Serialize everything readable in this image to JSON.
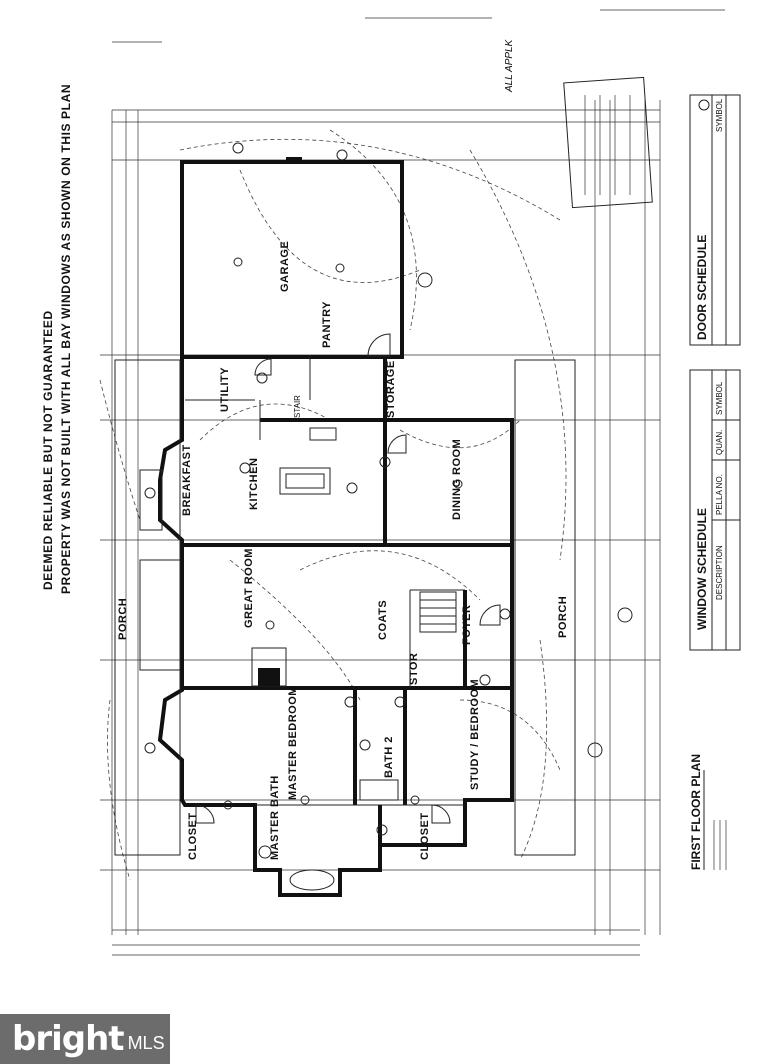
{
  "disclaimer": {
    "line1": "DEEMED RELIABLE BUT NOT GUARANTEED",
    "line2": "PROPERTY WAS NOT BUILT WITH ALL BAY WINDOWS AS SHOWN ON THIS PLAN"
  },
  "rooms": {
    "garage": "GARAGE",
    "pantry": "PANTRY",
    "storage": "STORAGE",
    "utility": "UTILITY",
    "kitchen": "KITCHEN",
    "breakfast": "BREAKFAST",
    "dining": "DINING ROOM",
    "great": "GREAT ROOM",
    "coats": "COATS",
    "foyer": "FOYER",
    "stor": "STOR",
    "master_bedroom": "MASTER BEDROOM",
    "bath2": "BATH 2",
    "study": "STUDY / BEDROOM",
    "closet_left": "CLOSET",
    "master_bath": "MASTER BATH",
    "closet_right": "CLOSET",
    "porch_left": "PORCH",
    "porch_right": "PORCH",
    "stair": "STAIR"
  },
  "schedules": {
    "door": "DOOR SCHEDULE",
    "window": "WINDOW SCHEDULE",
    "symbol": "SYMBOL",
    "description": "DESCRIPTION",
    "quan": "QUAN.",
    "pella": "PELLA NO."
  },
  "plan_title": "FIRST FLOOR PLAN",
  "handwritten": "ALL APPLK",
  "brand": {
    "word": "bright",
    "suffix": "MLS"
  }
}
